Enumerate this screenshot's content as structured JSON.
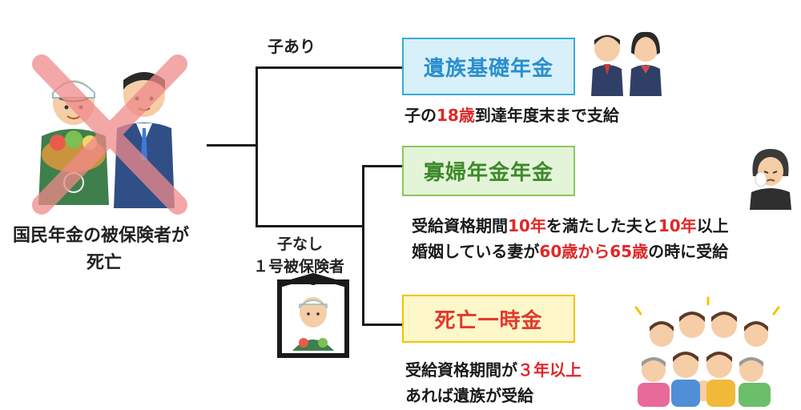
{
  "left": {
    "caption_line1": "国民年金の被保険者が",
    "caption_line2": "死亡"
  },
  "branches": {
    "top_label": "子あり",
    "bottom_label_line1": "子なし",
    "bottom_label_line2": "１号被保険者"
  },
  "pensions": [
    {
      "title": "遺族基礎年金",
      "desc": {
        "p1": "子の",
        "r1": "18歳",
        "p2": "到達年度末まで支給"
      }
    },
    {
      "title": "寡婦年金年金",
      "desc_line1": {
        "p1": "受給資格期間",
        "r1": "10年",
        "p2": "を満たした夫と",
        "r2": "10年",
        "p3": "以上"
      },
      "desc_line2": {
        "p1": "婚姻している妻が",
        "r1": "60歳から65歳",
        "p2": "の時に受給"
      }
    },
    {
      "title": "死亡一時金",
      "desc_line1": {
        "p1": "受給資格期間が",
        "r1": "３年以上"
      },
      "desc_line2": "あれば遺族が受給"
    }
  ],
  "colors": {
    "accent_red": "#e02727",
    "cross": "#f08a8a",
    "box1_border": "#39a9dc",
    "box2_border": "#88c85c",
    "box3_border": "#f2c300"
  }
}
